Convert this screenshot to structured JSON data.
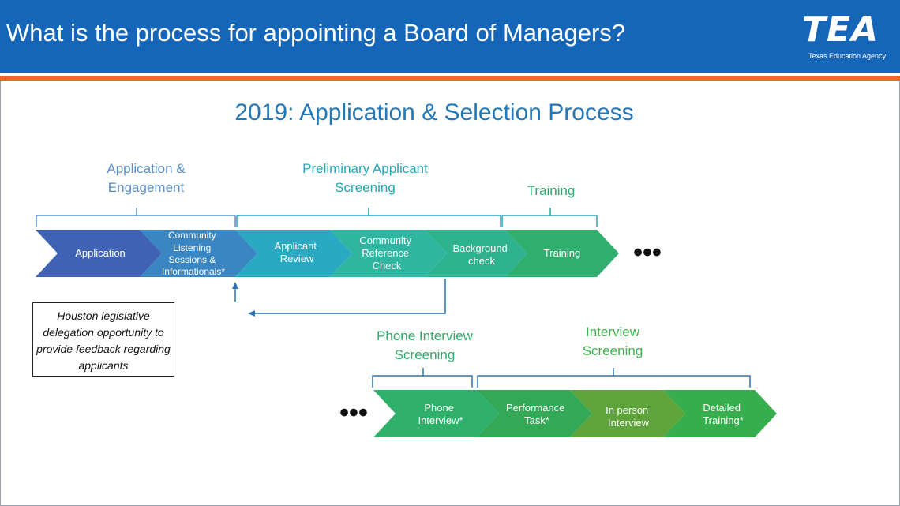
{
  "header": {
    "title": "What is the process for appointing a Board of Managers?",
    "logo_text": "TEA",
    "logo_subtext": "Texas Education Agency",
    "colors": {
      "bar": "#1565b8",
      "accent_rule": "#e86a2a"
    }
  },
  "slide": {
    "subtitle": "2019: Application & Selection Process"
  },
  "row1": {
    "phases": [
      {
        "label": "Application & Engagement"
      },
      {
        "label": "Preliminary Applicant Screening"
      },
      {
        "label": "Training"
      }
    ],
    "steps": [
      {
        "label": "Application",
        "color": "#3f62b4"
      },
      {
        "label": "Community Listening Sessions & Informationals*",
        "color": "#3a86c2"
      },
      {
        "label": "Applicant Review",
        "color": "#2aa9c2"
      },
      {
        "label": "Community Reference Check",
        "color": "#2fb5a0"
      },
      {
        "label": "Background check",
        "color": "#2eb38e"
      },
      {
        "label": "Training",
        "color": "#2fae6d"
      }
    ],
    "continuation": "•••"
  },
  "row2": {
    "phases": [
      {
        "label": "Phone Interview Screening"
      },
      {
        "label": "Interview Screening"
      }
    ],
    "steps": [
      {
        "label": "Phone Interview*",
        "color": "#2eb06a"
      },
      {
        "label": "Performance Task*",
        "color": "#33a857"
      },
      {
        "label": "In person Interview",
        "color": "#5fa43a"
      },
      {
        "label": "Detailed Training*",
        "color": "#37ae4e"
      }
    ],
    "lead_in": "•••"
  },
  "note": {
    "text": "Houston legislative delegation opportunity to provide feedback regarding applicants"
  }
}
